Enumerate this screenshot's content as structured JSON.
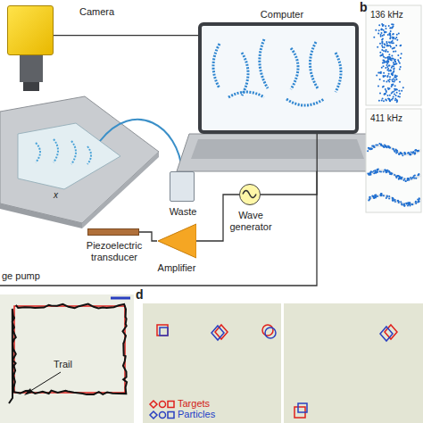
{
  "diagram": {
    "nodes": [
      {
        "text": [
          "Camera"
        ]
      },
      {
        "text": [
          "Computer"
        ]
      },
      {
        "text": [
          "Waste"
        ]
      },
      {
        "text": [
          "Wave generator"
        ]
      },
      {
        "text": [
          "Amplifier"
        ]
      },
      {
        "text": [
          "Piezoelectric transducer"
        ]
      }
    ],
    "edges": [
      {
        "from": 0,
        "to": 1,
        "arrow": "none"
      },
      {
        "from": 1,
        "to": 3,
        "arrow": "none"
      },
      {
        "from": 3,
        "to": 4,
        "arrow": "none"
      },
      {
        "from": 4,
        "to": 5,
        "arrow": "none"
      }
    ],
    "labels": [
      "ge pump",
      "x",
      "b",
      "136 kHz",
      "411 kHz",
      "Trail",
      "d"
    ],
    "legend": [
      {
        "text": "Targets"
      },
      {
        "text": "Particles"
      }
    ]
  }
}
